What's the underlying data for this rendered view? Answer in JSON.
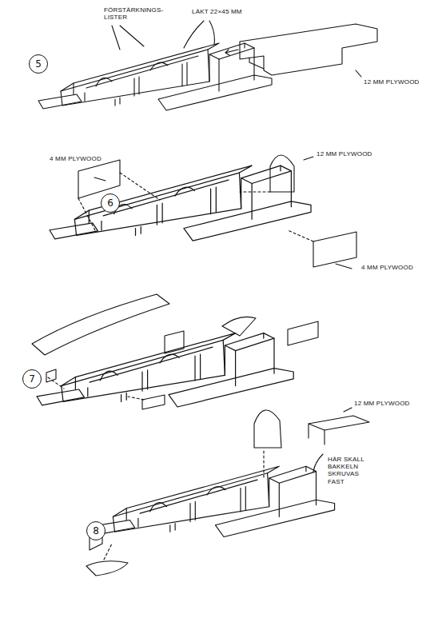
{
  "diagram": {
    "nodes": [
      {
        "text": [
          "5"
        ]
      },
      {
        "text": [
          "6"
        ]
      },
      {
        "text": [
          "7"
        ]
      },
      {
        "text": [
          "8"
        ]
      }
    ],
    "labels": [
      "FÖRSTÄRKNINGS- LISTER",
      "LÄKT 22×45 MM",
      "12 MM PLYWOOD",
      "4 MM PLYWOOD",
      "12 MM PLYWOOD",
      "4 MM PLYWOOD",
      "12 MM PLYWOOD",
      "HÄR SKALL BAKKELN SKRUVAS FAST"
    ]
  }
}
